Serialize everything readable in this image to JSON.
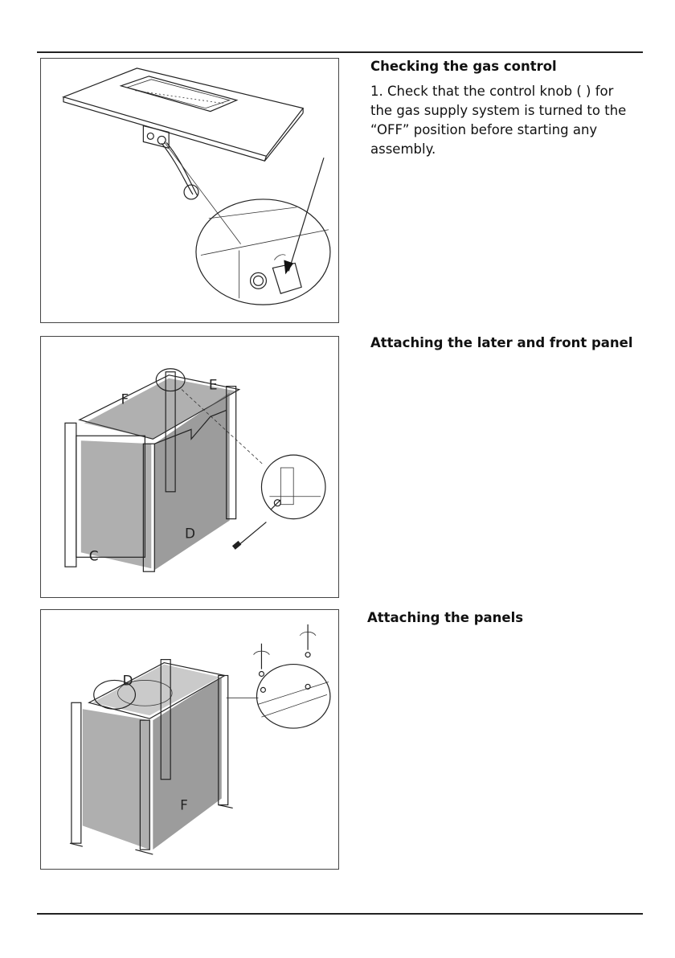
{
  "sections": [
    {
      "heading": "Checking the gas  control",
      "paragraph": "1. Check that the control knob (   ) for the gas supply system is turned to the “OFF” position before starting any assembly.",
      "figure_icon": "gas-control-knob-illustration"
    },
    {
      "heading": "Attaching the later and front panel",
      "figure_icon": "panel-frame-assembly-illustration",
      "labels": [
        "E",
        "F",
        "D",
        "C"
      ]
    },
    {
      "heading": "Attaching the panels",
      "figure_icon": "panel-screw-attachment-illustration",
      "labels": [
        "D",
        "F"
      ]
    }
  ]
}
